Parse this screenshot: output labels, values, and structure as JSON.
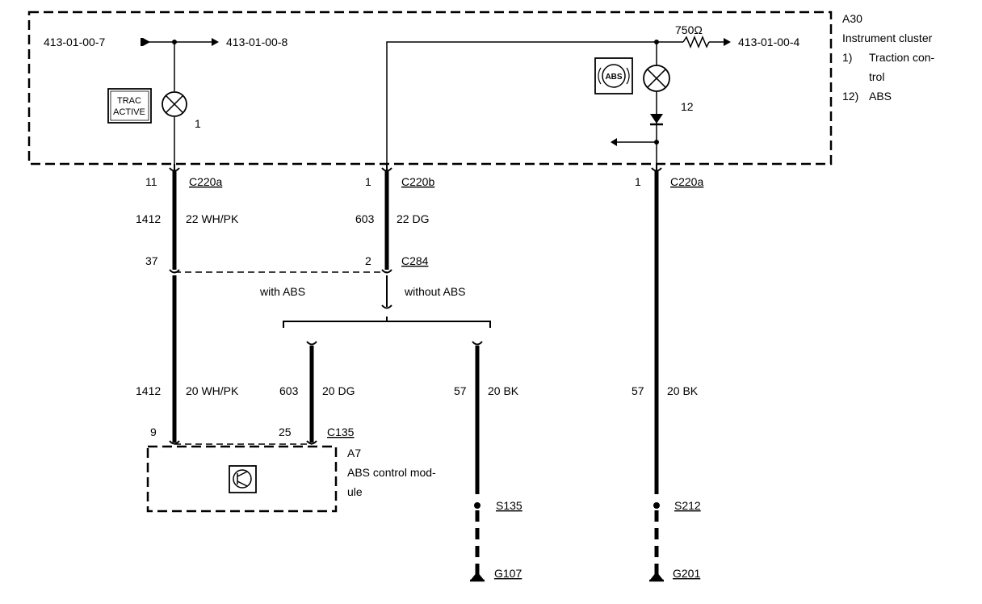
{
  "cluster": {
    "ref": "A30",
    "name": "Instrument cluster",
    "legend_1_num": "1)",
    "legend_1_line1": "Traction con-",
    "legend_1_line2": "trol",
    "legend_12_num": "12)",
    "legend_12_text": "ABS",
    "ref_left_in": "413-01-00-7",
    "ref_left_out": "413-01-00-8",
    "ref_right": "413-01-00-4",
    "resistor": "750Ω",
    "lamp1_label_line1": "TRAC",
    "lamp1_label_line2": "ACTIVE",
    "lamp1_num": "1",
    "lamp12_icon_text": "ABS",
    "lamp12_num": "12"
  },
  "connectors": {
    "c220a_left": {
      "pin": "11",
      "name": "C220a"
    },
    "c220b": {
      "pin": "1",
      "name": "C220b"
    },
    "c220a_right": {
      "pin": "1",
      "name": "C220a"
    },
    "c284": {
      "pin_left": "37",
      "pin_right": "2",
      "name": "C284"
    },
    "c135": {
      "pin_left": "9",
      "pin_right": "25",
      "name": "C135"
    }
  },
  "wires": {
    "w1412_top": {
      "circuit": "1412",
      "spec": "22 WH/PK"
    },
    "w603_top": {
      "circuit": "603",
      "spec": "22 DG"
    },
    "w1412_bot": {
      "circuit": "1412",
      "spec": "20 WH/PK"
    },
    "w603_bot": {
      "circuit": "603",
      "spec": "20 DG"
    },
    "w57_left": {
      "circuit": "57",
      "spec": "20 BK"
    },
    "w57_right": {
      "circuit": "57",
      "spec": "20 BK"
    }
  },
  "variants": {
    "with_abs": "with ABS",
    "without_abs": "without ABS"
  },
  "module": {
    "ref": "A7",
    "name_line1": "ABS control mod-",
    "name_line2": "ule"
  },
  "splices": {
    "left": "S135",
    "right": "S212"
  },
  "grounds": {
    "left": "G107",
    "right": "G201"
  }
}
